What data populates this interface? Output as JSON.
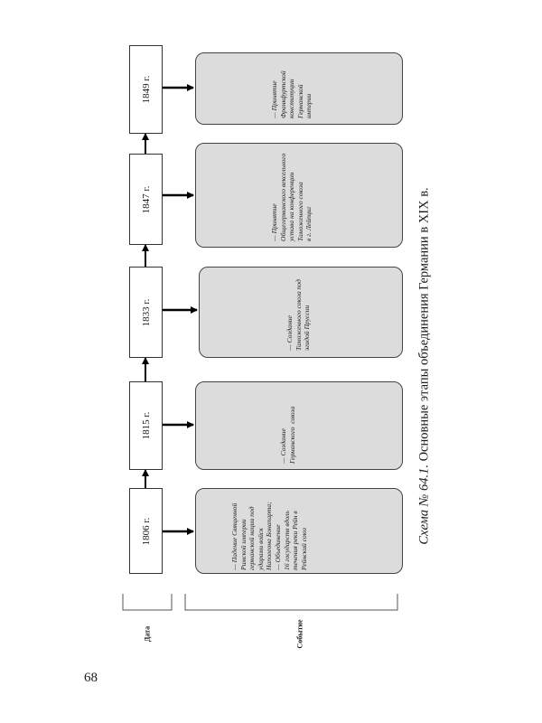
{
  "diagram": {
    "caption_italic": "Схема № 64.1.",
    "caption_rest": " Основные этапы объединения Германии в XIX в.",
    "row_label_date": "Дата",
    "row_label_event": "Событие",
    "dates": [
      "1806 г.",
      "1815 г.",
      "1833 г.",
      "1847 г.",
      "1849 г."
    ],
    "events": [
      "— Падение Священной\nРимской империи\nгерманской нации под\nударами войск\nНаполеона Бонапарта;\n— Объединение\n16 государств вдоль\nтечения реки Рейн в\nРейнский союз",
      "— Создание\nГерманского  союза",
      "— Создание\nТаможенного союза под\nэгидой Пруссии",
      "— Принятие\nОбщегерманского вексельного\nустава на конференции\nТаможенного союза\nв г. Лейпциг",
      "— Принятие\nФранкфуртской\nконституции\nГерманской\nимперии"
    ]
  },
  "page_number": "68"
}
